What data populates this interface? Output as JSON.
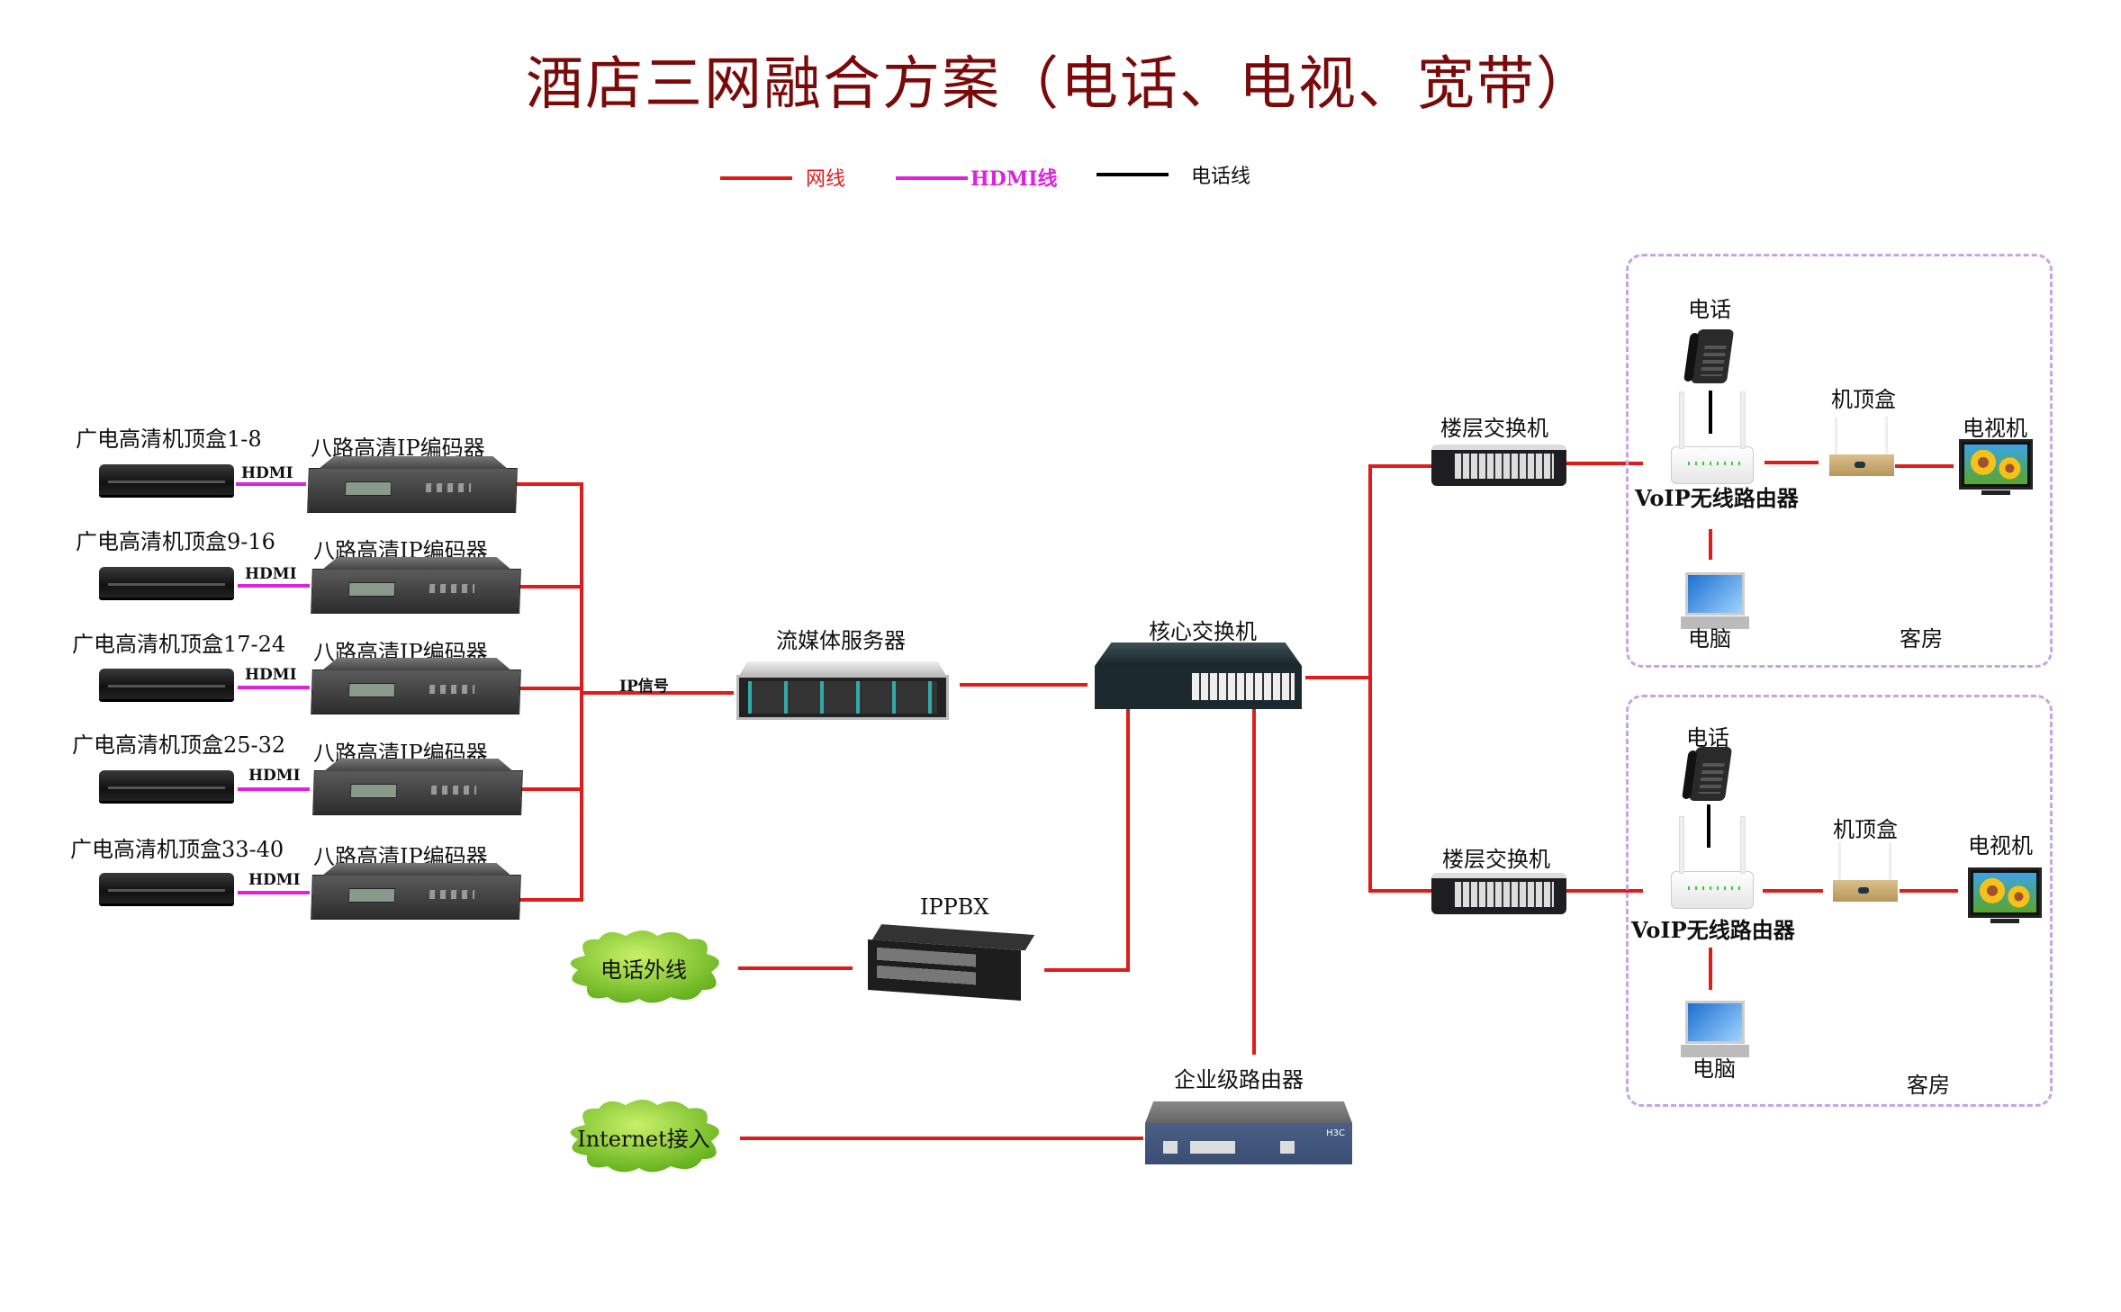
{
  "title": "酒店三网融合方案（电话、电视、宽带）",
  "legend": {
    "items": [
      {
        "label": "网线",
        "color": "#e01b1b"
      },
      {
        "label": "HDMI线",
        "color": "#e020e0"
      },
      {
        "label": "电话线",
        "color": "#000000"
      }
    ]
  },
  "colors": {
    "network": "#e01b1b",
    "hdmi": "#e020e0",
    "phone": "#000000",
    "room_border": "#c7a4e3",
    "title": "#7a0a0a",
    "cloud": "#7fcc2a"
  },
  "headend": {
    "rows": [
      {
        "stb_label": "广电高清机顶盒1-8",
        "link_label": "HDMI",
        "encoder_label": "八路高清IP编码器"
      },
      {
        "stb_label": "广电高清机顶盒9-16",
        "link_label": "HDMI",
        "encoder_label": "八路高清IP编码器"
      },
      {
        "stb_label": "广电高清机顶盒17-24",
        "link_label": "HDMI",
        "encoder_label": "八路高清IP编码器"
      },
      {
        "stb_label": "广电高清机顶盒25-32",
        "link_label": "HDMI",
        "encoder_label": "八路高清IP编码器"
      },
      {
        "stb_label": "广电高清机顶盒33-40",
        "link_label": "HDMI",
        "encoder_label": "八路高清IP编码器"
      }
    ],
    "ip_signal_label": "IP信号"
  },
  "core": {
    "streaming_server": "流媒体服务器",
    "core_switch": "核心交换机",
    "ippbx": "IPPBX",
    "router": "企业级路由器",
    "router_brand": "H3C",
    "phone_trunk": "电话外线",
    "internet": "Internet接入"
  },
  "rooms": [
    {
      "floor_switch": "楼层交换机",
      "phone": "电话",
      "voip_router": "VoIP无线路由器",
      "set_top_box": "机顶盒",
      "tv": "电视机",
      "computer": "电脑",
      "room_label": "客房"
    },
    {
      "floor_switch": "楼层交换机",
      "phone": "电话",
      "voip_router": "VoIP无线路由器",
      "set_top_box": "机顶盒",
      "tv": "电视机",
      "computer": "电脑",
      "room_label": "客房"
    }
  ]
}
